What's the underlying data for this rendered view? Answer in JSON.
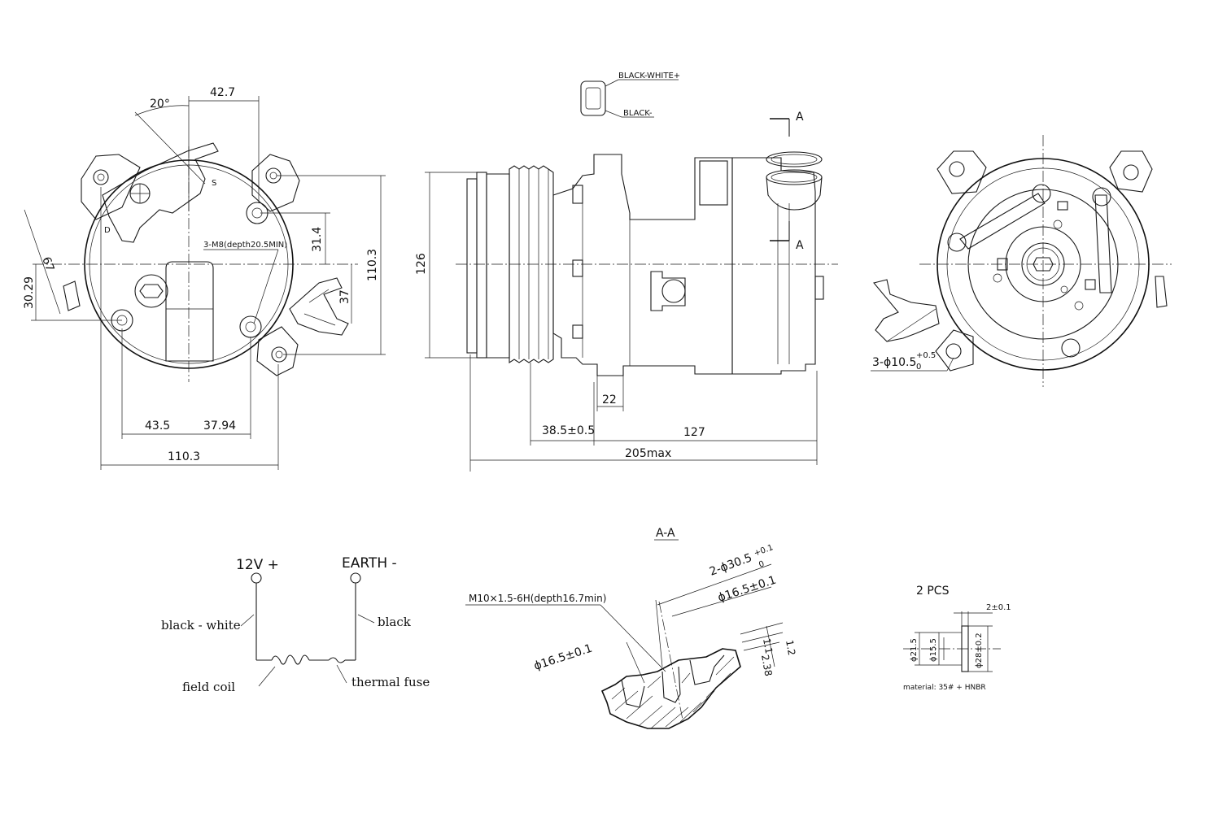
{
  "front_view": {
    "dim_20deg": "20°",
    "dim_42_7": "42.7",
    "dim_31_4": "31.4",
    "dim_110_3_v": "110.3",
    "dim_67": "67",
    "dim_30_29": "30.29",
    "dim_37": "37",
    "dim_43_5": "43.5",
    "dim_37_94": "37.94",
    "dim_110_3_h": "110.3",
    "note_m8": "3-M8(depth20.5MIN)",
    "port_s": "S",
    "port_d": "D"
  },
  "side_view": {
    "connector_plus": "BLACK-WHITE+",
    "connector_minus": "BLACK-",
    "section_a_top": "A",
    "section_a_bottom": "A",
    "dim_126": "126",
    "dim_22": "22",
    "dim_38_5": "38.5±0.5",
    "dim_127": "127",
    "dim_205": "205max"
  },
  "rear_view": {
    "holes_prefix": "3-ϕ10.5",
    "holes_tol_upper": "+0.5",
    "holes_tol_lower": "0"
  },
  "wiring": {
    "label_12v": "12V +",
    "label_earth": "EARTH -",
    "wire_plus": "black - white",
    "wire_minus": "black",
    "field_coil": "field coil",
    "thermal_fuse": "thermal fuse"
  },
  "section_aa": {
    "title": "A-A",
    "thread": "M10×1.5-6H(depth16.7min)",
    "dia_30_5_main": "2-ϕ30.5",
    "dia_30_5_tol_upper": "+0.1",
    "dia_30_5_tol_lower": "0",
    "dia_16_5_right": "ϕ16.5±0.1",
    "dia_16_5_left": "ϕ16.5±0.1",
    "dim_1_1": "1.1",
    "dim_1_2": "1.2",
    "dim_2_38": "2.38"
  },
  "seal": {
    "qty": "2 PCS",
    "thickness": "2±0.1",
    "d_21_5": "ϕ21.5",
    "d_15_5": "ϕ15.5",
    "d_28": "ϕ28±0.2",
    "material": "material: 35# + HNBR"
  }
}
